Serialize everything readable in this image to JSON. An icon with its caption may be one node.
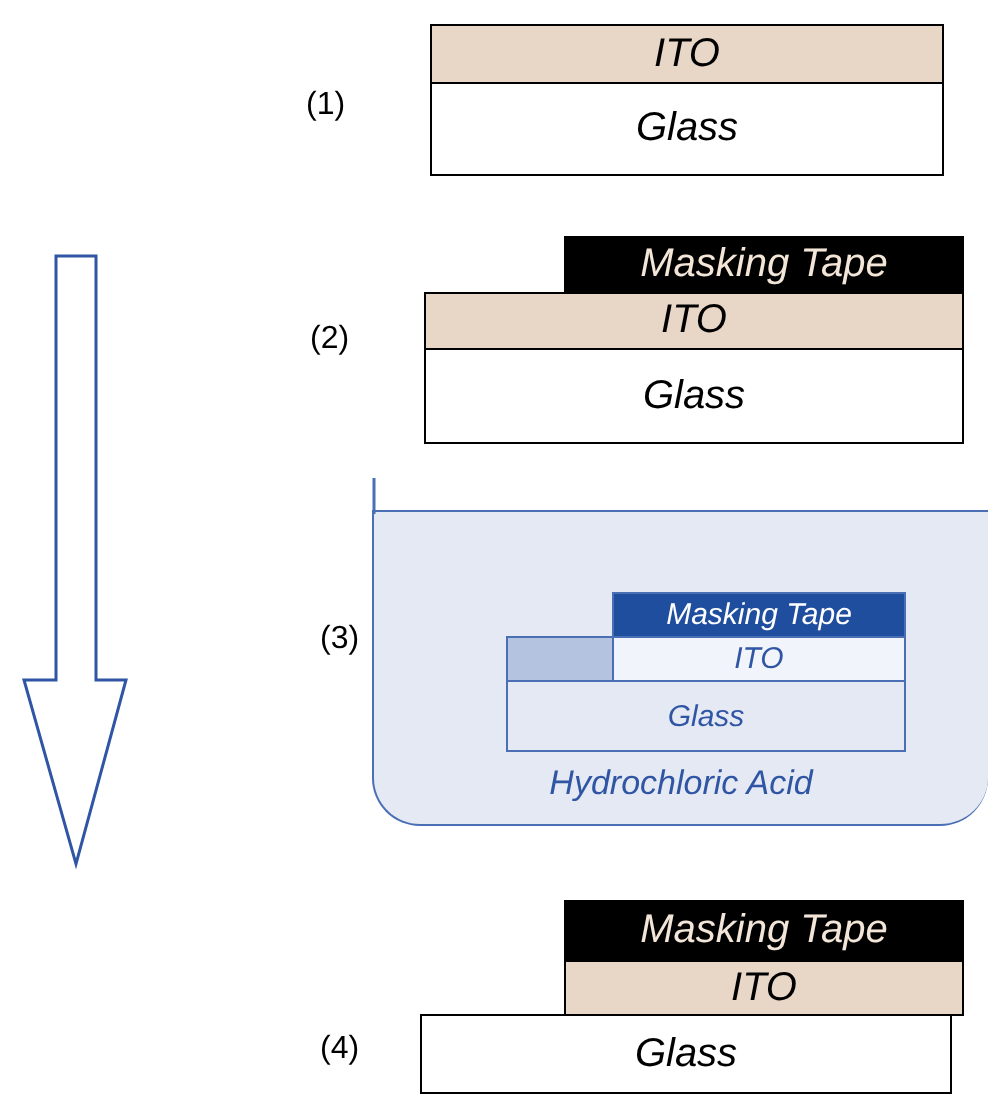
{
  "diagram": {
    "nodes": [
      {
        "text": [
          "ITO"
        ]
      },
      {
        "text": [
          "Glass"
        ]
      },
      {
        "text": [
          "Masking Tape"
        ]
      },
      {
        "text": [
          "ITO"
        ]
      },
      {
        "text": [
          "Glass"
        ]
      },
      {
        "text": [
          "Hydrochloric Acid"
        ]
      },
      {
        "text": [
          "Masking Tape"
        ],
        "in": 5
      },
      {
        "text": [],
        "shape": "box",
        "in": 5
      },
      {
        "text": [
          "ITO"
        ],
        "in": 5
      },
      {
        "text": [
          "Glass"
        ],
        "in": 5
      },
      {
        "text": [
          "Masking Tape"
        ]
      },
      {
        "text": [
          "ITO"
        ]
      },
      {
        "text": [
          "Glass"
        ]
      }
    ],
    "edges": [],
    "labels": [
      "(1)",
      "(2)",
      "(3)",
      "(4)"
    ]
  }
}
